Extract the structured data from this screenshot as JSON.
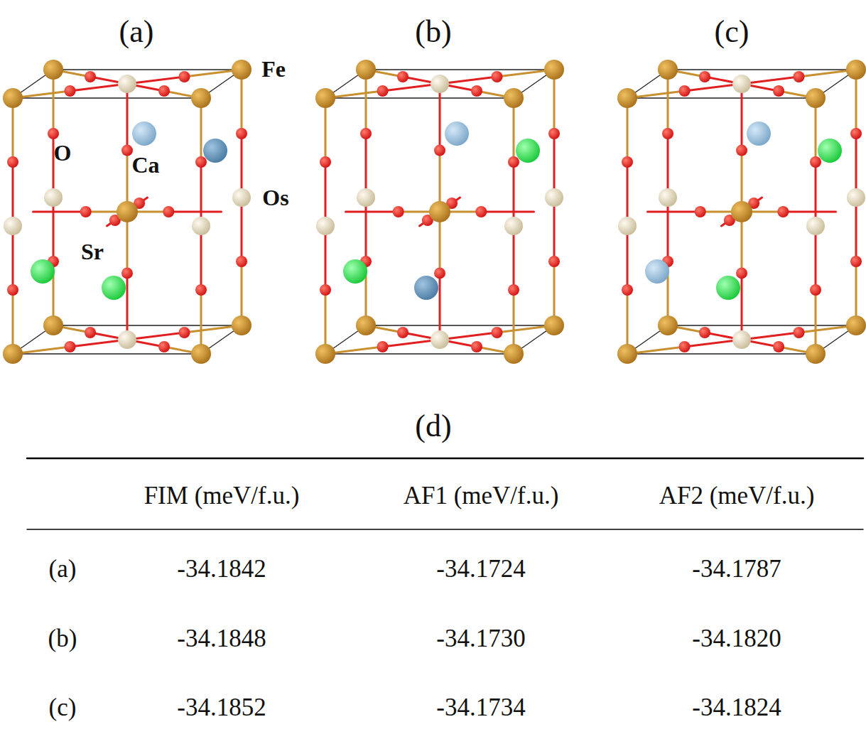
{
  "diagram": {
    "labels": [
      "(a)",
      "(b)",
      "(c)",
      "Fe",
      "O",
      "Ca",
      "Os",
      "Sr",
      "(d)",
      "FIM (meV/f.u.)",
      "AF1 (meV/f.u.)",
      "AF2 (meV/f.u.)",
      "(a)",
      "-34.1842",
      "-34.1724",
      "-34.1787",
      "(b)",
      "-34.1848",
      "-34.1730",
      "-34.1820",
      "(c)",
      "-34.1852",
      "-34.1734",
      "-34.1824"
    ]
  }
}
